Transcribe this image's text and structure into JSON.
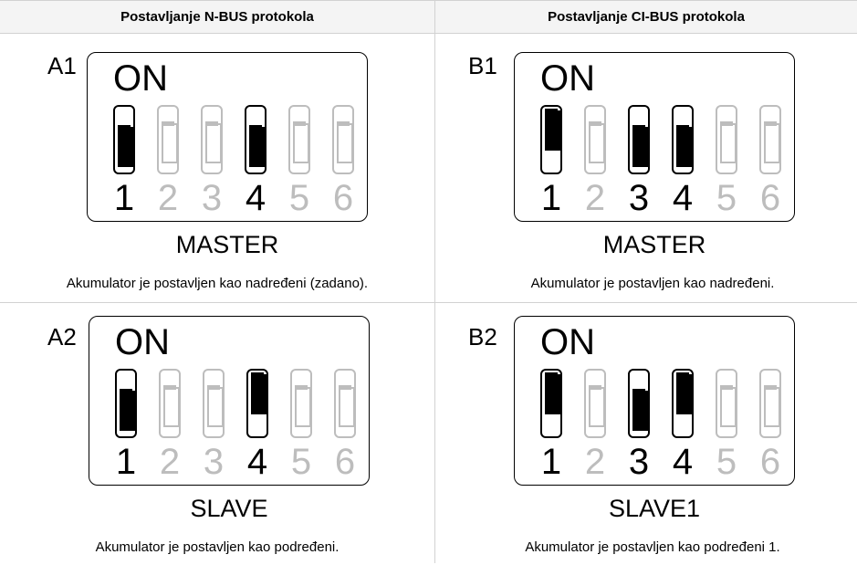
{
  "headers": [
    "Postavljanje N-BUS protokola",
    "Postavljanje CI-BUS protokola"
  ],
  "panels": [
    {
      "id": "A1",
      "on_label": "ON",
      "switches": [
        {
          "number": "1",
          "active": true,
          "position": "down"
        },
        {
          "number": "2",
          "active": false,
          "position": "off"
        },
        {
          "number": "3",
          "active": false,
          "position": "off"
        },
        {
          "number": "4",
          "active": true,
          "position": "down"
        },
        {
          "number": "5",
          "active": false,
          "position": "off"
        },
        {
          "number": "6",
          "active": false,
          "position": "off"
        }
      ],
      "mode": "MASTER",
      "caption": "Akumulator je postavljen kao nadređeni (zadano)."
    },
    {
      "id": "B1",
      "on_label": "ON",
      "switches": [
        {
          "number": "1",
          "active": true,
          "position": "up"
        },
        {
          "number": "2",
          "active": false,
          "position": "off"
        },
        {
          "number": "3",
          "active": true,
          "position": "down"
        },
        {
          "number": "4",
          "active": true,
          "position": "down"
        },
        {
          "number": "5",
          "active": false,
          "position": "off"
        },
        {
          "number": "6",
          "active": false,
          "position": "off"
        }
      ],
      "mode": "MASTER",
      "caption": "Akumulator je postavljen kao nadređeni."
    },
    {
      "id": "A2",
      "on_label": "ON",
      "switches": [
        {
          "number": "1",
          "active": true,
          "position": "down"
        },
        {
          "number": "2",
          "active": false,
          "position": "off"
        },
        {
          "number": "3",
          "active": false,
          "position": "off"
        },
        {
          "number": "4",
          "active": true,
          "position": "up"
        },
        {
          "number": "5",
          "active": false,
          "position": "off"
        },
        {
          "number": "6",
          "active": false,
          "position": "off"
        }
      ],
      "mode": "SLAVE",
      "caption": "Akumulator je postavljen kao podređeni."
    },
    {
      "id": "B2",
      "on_label": "ON",
      "switches": [
        {
          "number": "1",
          "active": true,
          "position": "up"
        },
        {
          "number": "2",
          "active": false,
          "position": "off"
        },
        {
          "number": "3",
          "active": true,
          "position": "down"
        },
        {
          "number": "4",
          "active": true,
          "position": "up"
        },
        {
          "number": "5",
          "active": false,
          "position": "off"
        },
        {
          "number": "6",
          "active": false,
          "position": "off"
        }
      ],
      "mode": "SLAVE1",
      "caption": "Akumulator je postavljen kao podređeni 1."
    }
  ]
}
